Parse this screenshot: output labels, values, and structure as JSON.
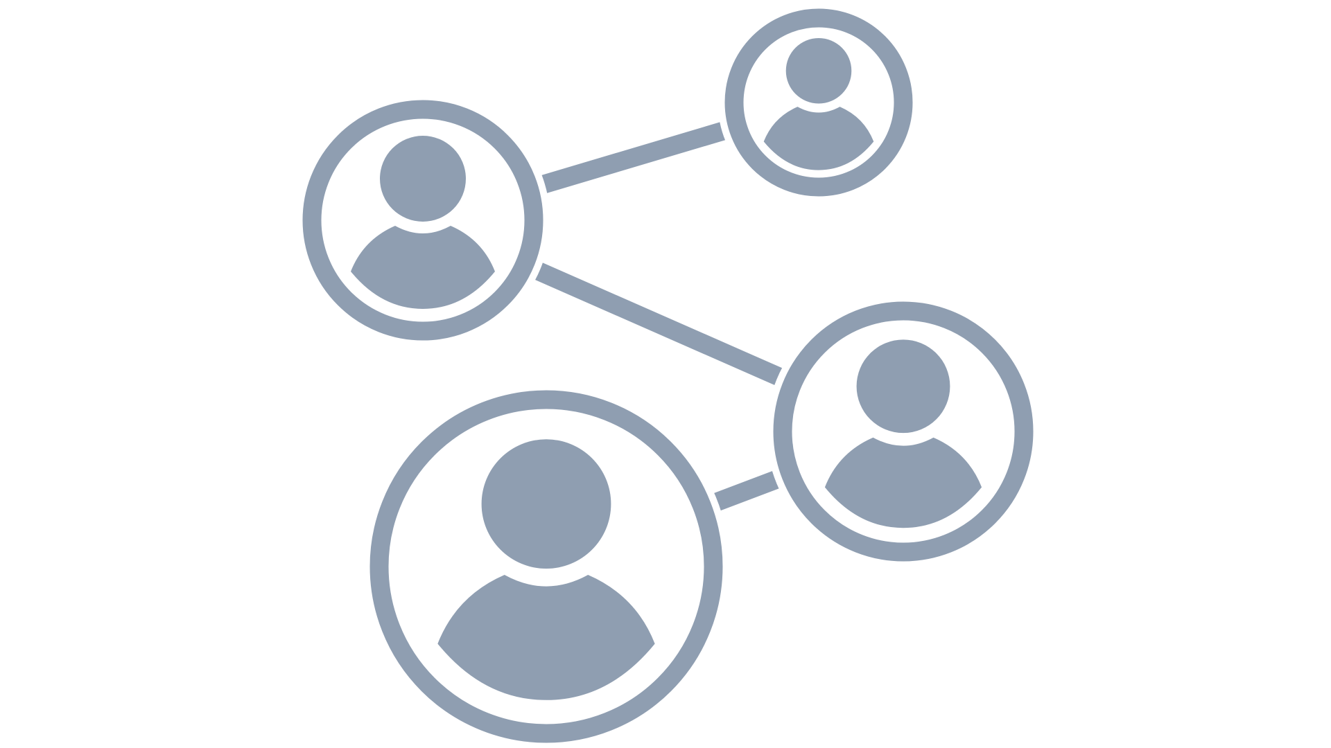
{
  "icon": "network-people-icon",
  "colors": {
    "stroke": "#8f9eb1",
    "background": "#ffffff"
  },
  "nodes": [
    {
      "id": "person-top-left",
      "icon": "person-icon"
    },
    {
      "id": "person-top-right",
      "icon": "person-icon"
    },
    {
      "id": "person-middle-right",
      "icon": "person-icon"
    },
    {
      "id": "person-bottom",
      "icon": "person-icon"
    }
  ],
  "links": [
    {
      "from": "person-top-left",
      "to": "person-top-right"
    },
    {
      "from": "person-top-left",
      "to": "person-middle-right"
    },
    {
      "from": "person-middle-right",
      "to": "person-bottom"
    }
  ]
}
